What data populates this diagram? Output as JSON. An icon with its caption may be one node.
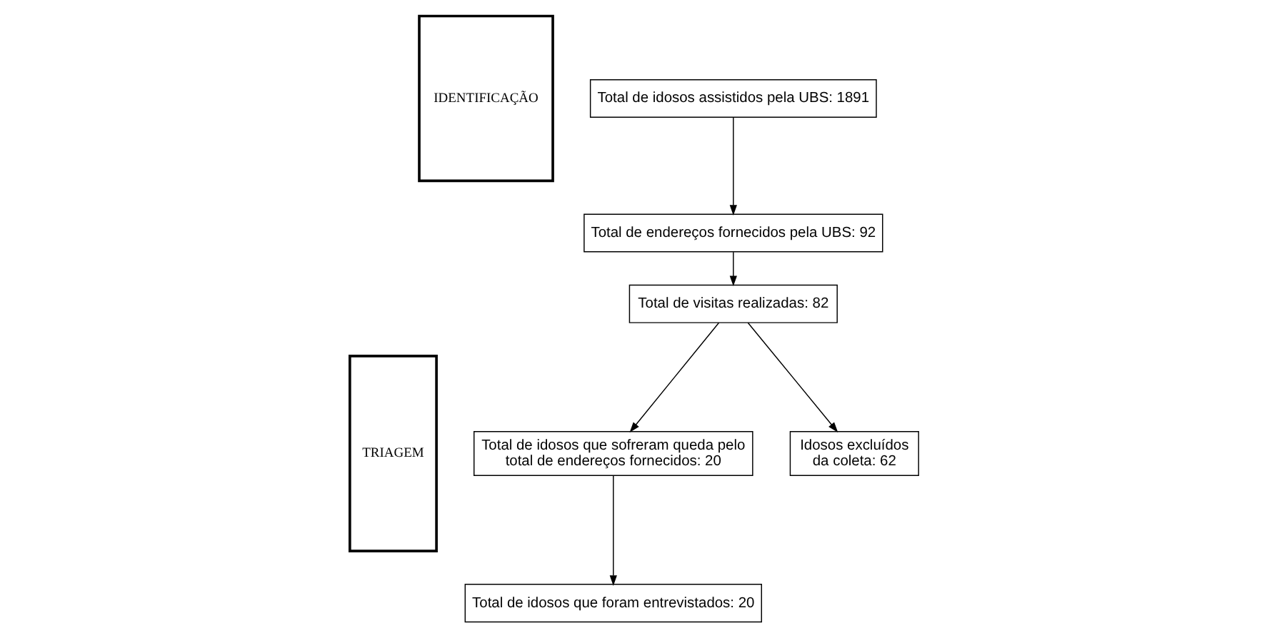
{
  "diagram": {
    "nodes": [
      {
        "text": [
          "IDENTIFICAÇÃO"
        ]
      },
      {
        "text": [
          "TRIAGEM"
        ]
      },
      {
        "text": [
          "Total de idosos assistidos pela UBS: 1891"
        ]
      },
      {
        "text": [
          "Total de endereços fornecidos pela UBS: 92"
        ]
      },
      {
        "text": [
          "Total de visitas realizadas: 82"
        ]
      },
      {
        "text": [
          "Total de idosos que sofreram queda pelo total de endereços fornecidos: 20"
        ]
      },
      {
        "text": [
          "Idosos excluídos da coleta: 62"
        ]
      },
      {
        "text": [
          "Total de idosos que foram entrevistados: 20"
        ]
      }
    ],
    "edges": [
      {
        "from": 2,
        "to": 3,
        "arrow": "to"
      },
      {
        "from": 3,
        "to": 4,
        "arrow": "to"
      },
      {
        "from": 4,
        "to": 5,
        "arrow": "to"
      },
      {
        "from": 4,
        "to": 6,
        "arrow": "to"
      },
      {
        "from": 5,
        "to": 7,
        "arrow": "to"
      }
    ]
  }
}
